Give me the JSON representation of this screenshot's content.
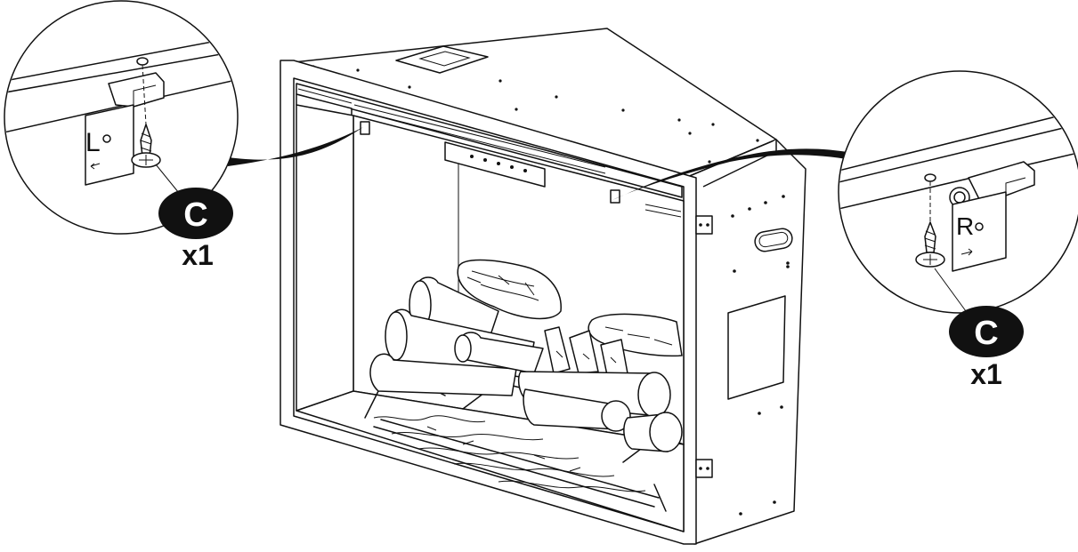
{
  "diagram": {
    "left_callout": {
      "part_letter": "C",
      "quantity": "x1",
      "bracket_side_mark": "L"
    },
    "right_callout": {
      "part_letter": "C",
      "quantity": "x1",
      "bracket_side_mark": "R"
    },
    "colors": {
      "line": "#111111",
      "label_fill": "#111111",
      "background": "#ffffff"
    }
  }
}
